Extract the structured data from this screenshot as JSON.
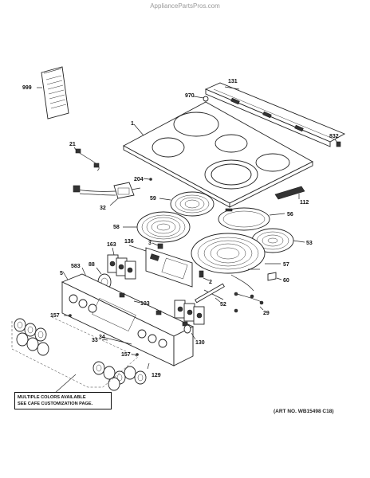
{
  "watermark": "AppliancePartsPros.com",
  "art_number": "(ART NO. WB15498 C18)",
  "note": {
    "line1": "MULTIPLE COLORS AVAILABLE",
    "line2": "SEE CAFE CUSTOMIZATION PAGE."
  },
  "callouts": {
    "c999": "999",
    "c131": "131",
    "c970": "970",
    "c1": "1",
    "c832": "832",
    "c21": "21",
    "c204": "204",
    "c32": "32",
    "c59": "59",
    "c112": "112",
    "c58": "58",
    "c56": "56",
    "c3": "3",
    "c53": "53",
    "c163": "163",
    "c136": "136",
    "c583": "583",
    "c88": "88",
    "c57": "57",
    "c5": "5",
    "c2": "2",
    "c60": "60",
    "c103": "103",
    "c52": "52",
    "c157a": "157",
    "c29": "29",
    "c33": "33",
    "c34": "34",
    "c130": "130",
    "c157b": "157",
    "c129": "129"
  }
}
